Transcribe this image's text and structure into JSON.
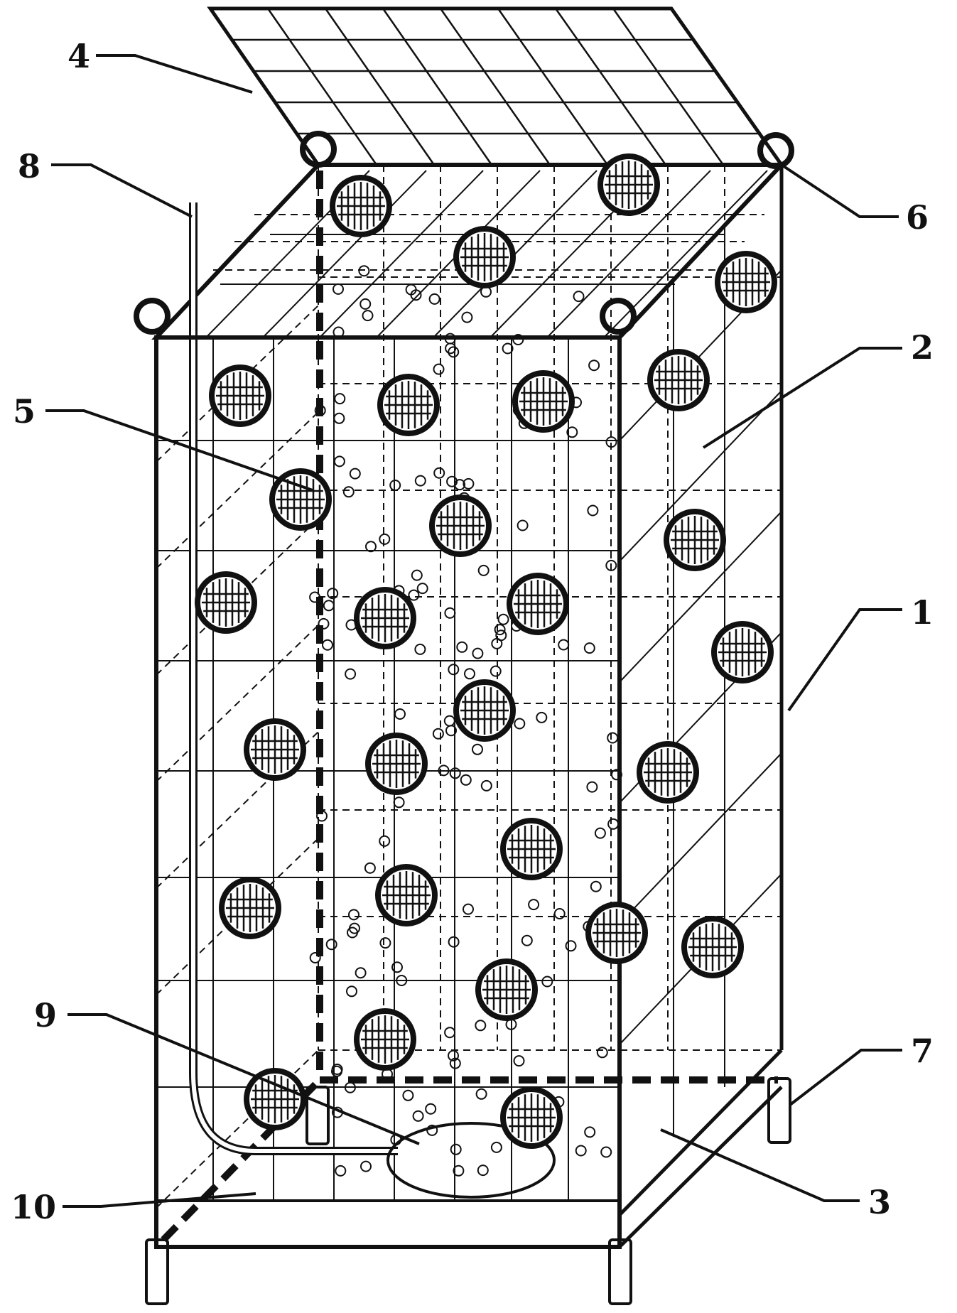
{
  "callouts": [
    {
      "id": "c1",
      "label": "1"
    },
    {
      "id": "c2",
      "label": "2"
    },
    {
      "id": "c3",
      "label": "3"
    },
    {
      "id": "c4",
      "label": "4"
    },
    {
      "id": "c5",
      "label": "5"
    },
    {
      "id": "c6",
      "label": "6"
    },
    {
      "id": "c7",
      "label": "7"
    },
    {
      "id": "c8",
      "label": "8"
    },
    {
      "id": "c9",
      "label": "9"
    },
    {
      "id": "c10",
      "label": "10"
    }
  ],
  "colors": {
    "ink": "#111111",
    "background": "#ffffff"
  }
}
